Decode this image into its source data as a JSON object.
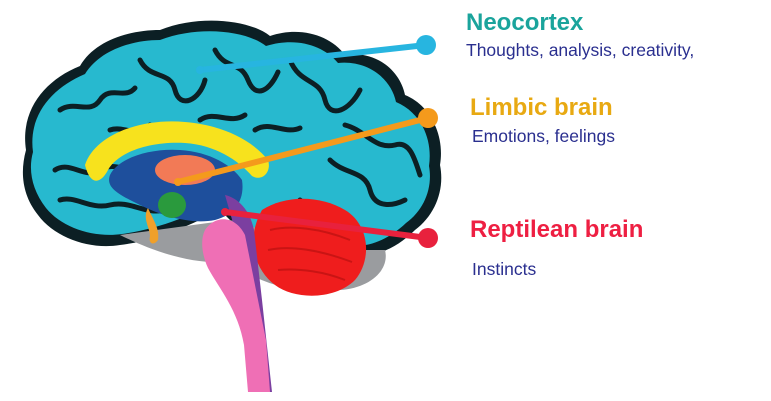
{
  "colors": {
    "neocortex": "#1aa49c",
    "limbic": "#e8a912",
    "reptilean": "#ee1f42",
    "subtext": "#2a2f8f",
    "neocortex_pointer": "#27b5e0",
    "limbic_pointer": "#f49a1c",
    "reptilean_pointer": "#e8213d"
  },
  "labels": {
    "neocortex": {
      "title": "Neocortex",
      "description": "Thoughts, analysis, creativity,"
    },
    "limbic": {
      "title": "Limbic brain",
      "description": "Emotions, feelings"
    },
    "reptilean": {
      "title": "Reptilean brain",
      "description": "Instincts"
    }
  }
}
